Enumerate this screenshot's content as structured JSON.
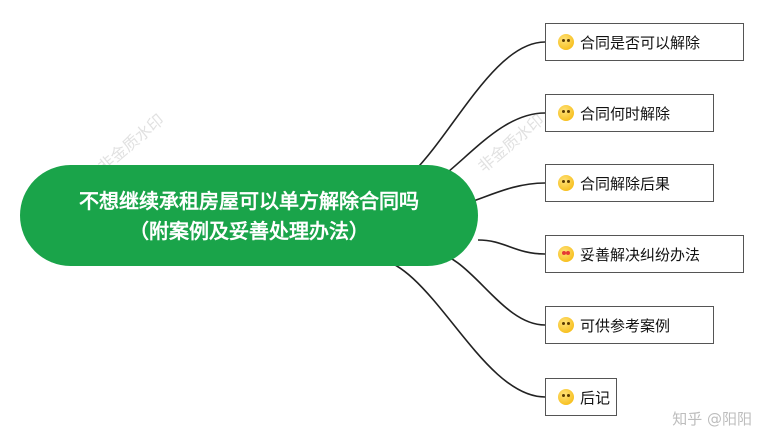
{
  "central": {
    "line1": "不想继续承租房屋可以单方解除合同吗",
    "line2": "（附案例及妥善处理办法）"
  },
  "branches": [
    {
      "label": "合同是否可以解除",
      "icon": "smiling-face-icon"
    },
    {
      "label": "合同何时解除",
      "icon": "smiling-face-icon"
    },
    {
      "label": "合同解除后果",
      "icon": "smiling-face-icon"
    },
    {
      "label": "妥善解决纠纷办法",
      "icon": "heart-eyes-face-icon"
    },
    {
      "label": "可供参考案例",
      "icon": "smiling-face-icon"
    },
    {
      "label": "后记",
      "icon": "smiling-face-icon"
    }
  ],
  "watermarks": [
    "非金质水印",
    "非金质水印"
  ],
  "footer": "知乎 @阳阳",
  "colors": {
    "central": "#1aa44a",
    "line": "#222222",
    "border": "#555555"
  }
}
